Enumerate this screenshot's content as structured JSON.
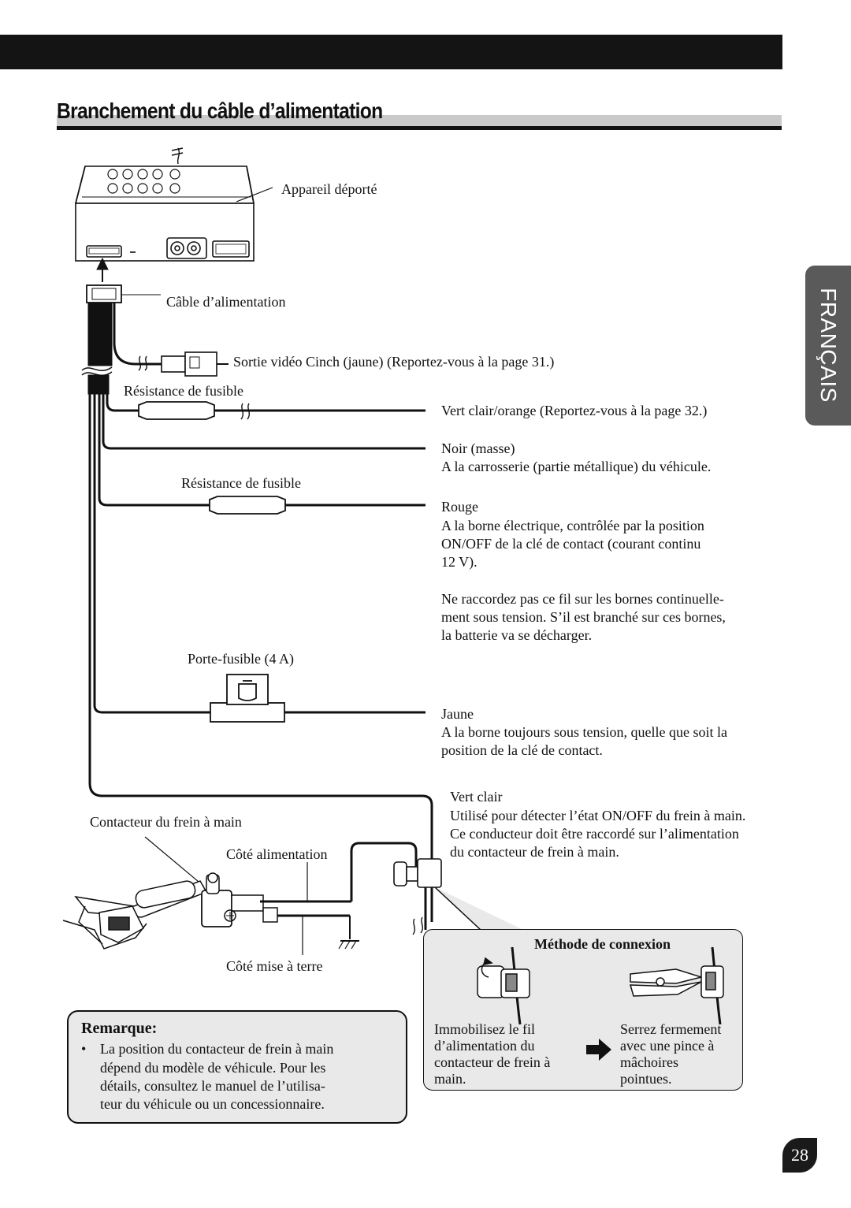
{
  "page": {
    "title": "Branchement du câble d’alimentation",
    "language_tab": "FRANÇAIS",
    "page_number": "28"
  },
  "labels": {
    "remote_unit": "Appareil déporté",
    "power_cable": "Câble d’alimentation",
    "video_out": "Sortie vidéo Cinch (jaune) (Reportez-vous à la page 31.)",
    "fuse_resistor_1": "Résistance de fusible",
    "fuse_resistor_2": "Résistance de fusible",
    "fuse_holder": "Porte-fusible (4 A)",
    "handbrake_switch": "Contacteur du frein à main",
    "power_side": "Côté alimentation",
    "ground_side": "Côté mise à terre"
  },
  "wires": {
    "green_orange": [
      "Vert clair/orange (Reportez-vous à la page 32.)"
    ],
    "black": [
      "Noir (masse)",
      "A la carrosserie (partie métallique) du véhicule."
    ],
    "red": [
      "Rouge",
      "A la borne électrique, contrôlée par la position",
      "ON/OFF de la clé de contact (courant continu",
      "12 V)."
    ],
    "red_warning": [
      "Ne raccordez pas ce fil sur les bornes continuelle-",
      "ment sous tension. S’il est branché sur ces bornes,",
      "la batterie va se décharger."
    ],
    "yellow": [
      "Jaune",
      "A la borne toujours sous tension, quelle que soit la",
      "position de la clé de contact."
    ],
    "light_green": [
      "Vert clair",
      "Utilisé pour détecter l’état ON/OFF du frein à main.",
      "Ce conducteur doit être raccordé sur l’alimentation",
      "du contacteur de frein à main."
    ]
  },
  "note": {
    "title": "Remarque:",
    "bullet": "•",
    "lines": [
      "La position du contacteur de frein à main",
      "dépend du modèle de véhicule. Pour les",
      "détails, consultez le manuel de l’utilisa-",
      "teur du véhicule ou un concessionnaire."
    ]
  },
  "method": {
    "title": "Méthode de connexion",
    "step1": [
      "Immobilisez le fil",
      "d’alimentation du",
      "contacteur de frein à",
      "main."
    ],
    "step2": [
      "Serrez fermement",
      "avec une pince à",
      "mâchoires",
      "pointues."
    ]
  }
}
